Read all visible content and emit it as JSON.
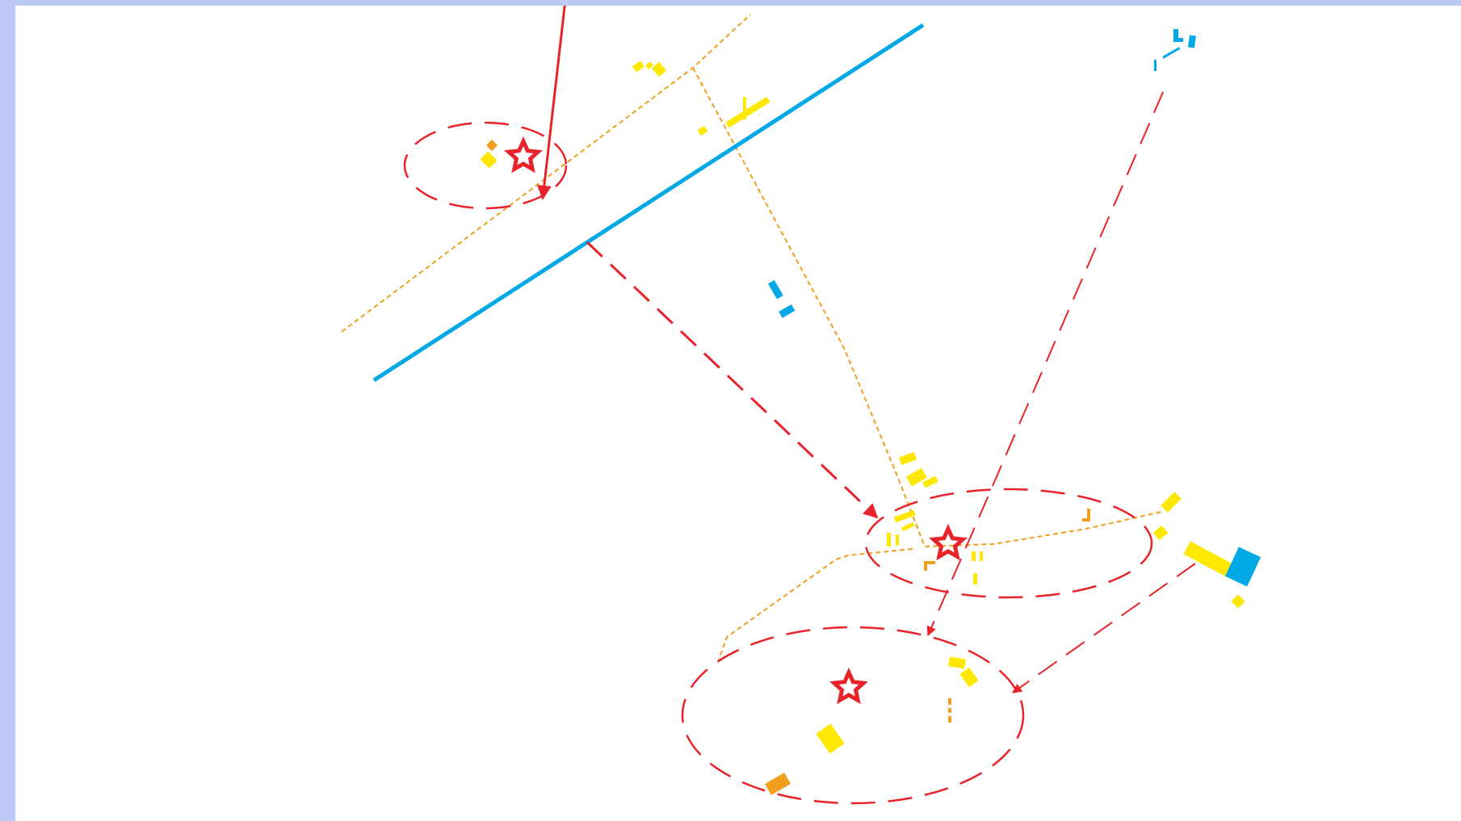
{
  "colors": {
    "frame": "#bccaf5",
    "background": "#ffffff",
    "link_line": "#00a8e6",
    "boundary": "#f0a020",
    "feature_yellow": "#ffe800",
    "feature_orange": "#f0a020",
    "feature_blue": "#00a8e6",
    "marker_red": "#e8232a"
  },
  "map": {
    "markers": [
      {
        "name": "star-marker-northwest",
        "icon": "star-outline-icon"
      },
      {
        "name": "star-marker-east",
        "icon": "star-outline-icon"
      },
      {
        "name": "star-marker-south",
        "icon": "star-outline-icon"
      }
    ],
    "zones": [
      "zone-ellipse-northwest",
      "zone-ellipse-east",
      "zone-ellipse-south"
    ],
    "routes": [
      "route-arrow-double",
      "route-arrow-from-north",
      "route-arrow-from-east"
    ],
    "lines": [
      "link-line-blue",
      "boundary-dotted-northwest",
      "boundary-dotted-central",
      "boundary-dotted-south"
    ]
  }
}
